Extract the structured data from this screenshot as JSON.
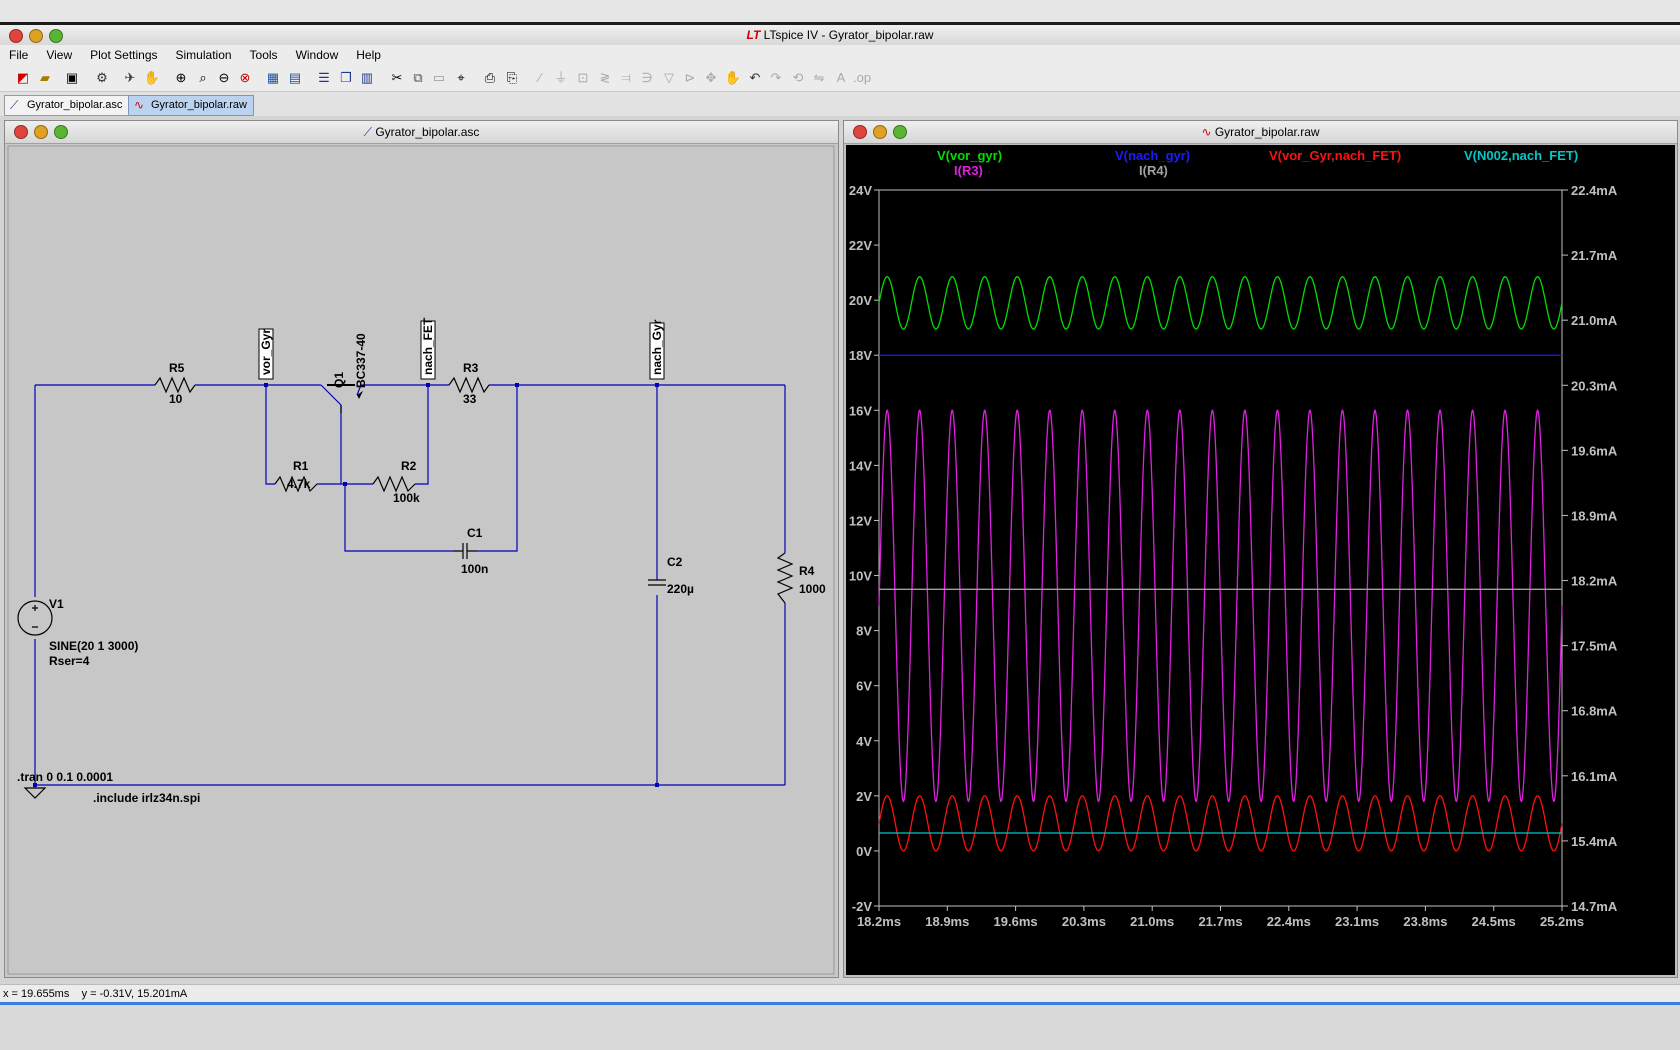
{
  "window": {
    "title": "LTspice IV - Gyrator_bipolar.raw"
  },
  "menu": [
    "File",
    "View",
    "Plot Settings",
    "Simulation",
    "Tools",
    "Window",
    "Help"
  ],
  "tabs": [
    {
      "label": "Gyrator_bipolar.asc",
      "active": false
    },
    {
      "label": "Gyrator_bipolar.raw",
      "active": true
    }
  ],
  "schematic": {
    "title": "Gyrator_bipolar.asc",
    "components": {
      "r5": {
        "name": "R5",
        "value": "10"
      },
      "r3": {
        "name": "R3",
        "value": "33"
      },
      "r1": {
        "name": "R1",
        "value": "4.7k"
      },
      "r2": {
        "name": "R2",
        "value": "100k"
      },
      "c1": {
        "name": "C1",
        "value": "100n"
      },
      "c2": {
        "name": "C2",
        "value": "220µ"
      },
      "r4": {
        "name": "R4",
        "value": "1000"
      },
      "q1": {
        "name": "Q1",
        "value": "BC337-40"
      },
      "v1": {
        "name": "V1",
        "value": "SINE(20 1 3000)",
        "rser": "Rser=4"
      }
    },
    "netlabels": {
      "vor": "vor_Gyr",
      "nach_fet": "nach_FET",
      "nach_gyr": "nach_Gyr"
    },
    "directives": {
      "tran": ".tran 0 0.1 0.0001",
      "include": ".include irlz34n.spi"
    }
  },
  "waveform": {
    "title": "Gyrator_bipolar.raw",
    "traces": [
      {
        "label": "V(vor_gyr)",
        "color": "#00dd00"
      },
      {
        "label": "V(nach_gyr)",
        "color": "#1c1cff"
      },
      {
        "label": "V(vor_Gyr,nach_FET)",
        "color": "#ff1010"
      },
      {
        "label": "V(N002,nach_FET)",
        "color": "#00c8c8"
      },
      {
        "label": "I(R3)",
        "color": "#e020e0"
      },
      {
        "label": "I(R4)",
        "color": "#a0a0a0"
      }
    ]
  },
  "chart_data": {
    "type": "line",
    "x_unit": "ms",
    "xlim": [
      18.2,
      25.2
    ],
    "x_ticks": [
      "18.2ms",
      "18.9ms",
      "19.6ms",
      "20.3ms",
      "21.0ms",
      "21.7ms",
      "22.4ms",
      "23.1ms",
      "23.8ms",
      "24.5ms",
      "25.2ms"
    ],
    "ylim_left": [
      -2,
      24
    ],
    "y_ticks_left": [
      "24V",
      "22V",
      "20V",
      "18V",
      "16V",
      "14V",
      "12V",
      "10V",
      "8V",
      "6V",
      "4V",
      "2V",
      "0V",
      "-2V"
    ],
    "ylim_right": [
      14.7,
      22.4
    ],
    "y_ticks_right": [
      "22.4mA",
      "21.7mA",
      "21.0mA",
      "20.3mA",
      "19.6mA",
      "18.9mA",
      "18.2mA",
      "17.5mA",
      "16.8mA",
      "16.1mA",
      "15.4mA",
      "14.7mA"
    ],
    "grid": false,
    "legend": "top",
    "frequency_hz": 3000,
    "series": [
      {
        "name": "V(vor_gyr)",
        "axis": "left",
        "shape": "sine",
        "center": 19.9,
        "amplitude": 0.95,
        "color": "#00dd00"
      },
      {
        "name": "V(nach_gyr)",
        "axis": "left",
        "shape": "flat",
        "value": 18.0,
        "color": "#1c1cff"
      },
      {
        "name": "V(vor_Gyr,nach_FET)",
        "axis": "left",
        "shape": "sine",
        "center": 1.0,
        "amplitude": 1.0,
        "color": "#ff1010"
      },
      {
        "name": "V(N002,nach_FET)",
        "axis": "left",
        "shape": "flat",
        "value": 0.65,
        "color": "#00c8c8"
      },
      {
        "name": "I(R3)",
        "axis": "left",
        "shape": "sine",
        "center": 8.9,
        "amplitude": 7.1,
        "color": "#e020e0"
      },
      {
        "name": "I(R4)",
        "axis": "left",
        "shape": "flat",
        "value": 9.5,
        "color": "#a0a0a0"
      }
    ]
  },
  "status": {
    "cursor": "x = 19.655ms    y = -0.31V, 15.201mA"
  }
}
